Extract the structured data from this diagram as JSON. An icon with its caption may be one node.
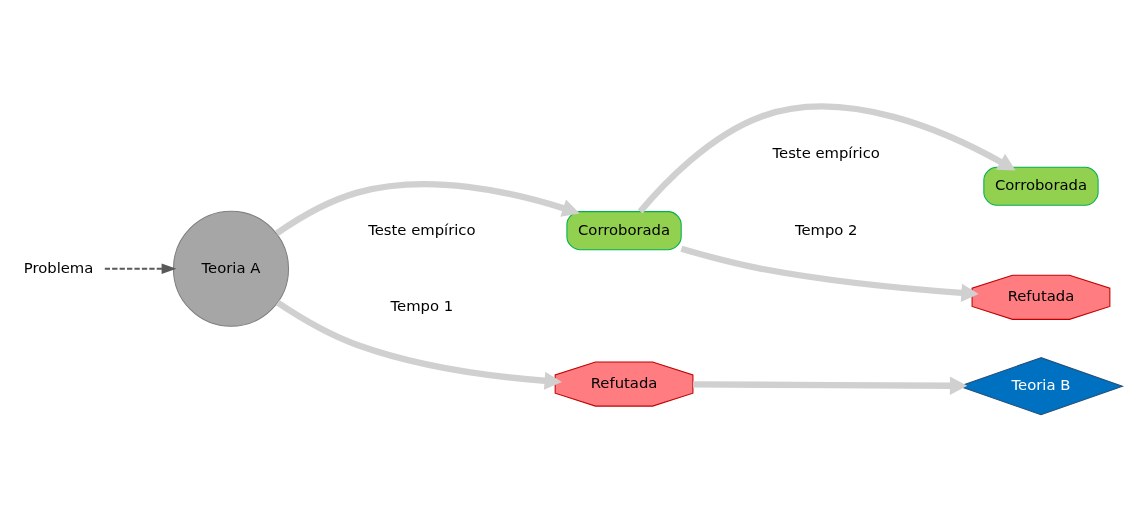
{
  "diagram": {
    "nodes": [
      {
        "text": [
          "Problema"
        ]
      },
      {
        "text": [
          "Teoria A"
        ]
      },
      {
        "text": [
          "Corroborada"
        ]
      },
      {
        "text": [
          "Refutada"
        ]
      },
      {
        "text": [
          "Corroborada"
        ]
      },
      {
        "text": [
          "Refutada"
        ]
      },
      {
        "text": [
          "Teoria B"
        ]
      }
    ],
    "edges": [
      {
        "from": 0,
        "to": 1,
        "arrow": "to",
        "style": "dashed",
        "color": "#595959"
      },
      {
        "from": 1,
        "to": 2,
        "arrow": "to"
      },
      {
        "from": 1,
        "to": 3,
        "arrow": "to"
      },
      {
        "from": 2,
        "to": 4,
        "arrow": "to"
      },
      {
        "from": 2,
        "to": 5,
        "arrow": "to"
      },
      {
        "from": 3,
        "to": 6,
        "arrow": "to"
      }
    ],
    "labels": [
      "Teste empírico",
      "Tempo 1",
      "Teste empírico",
      "Tempo 2"
    ]
  }
}
